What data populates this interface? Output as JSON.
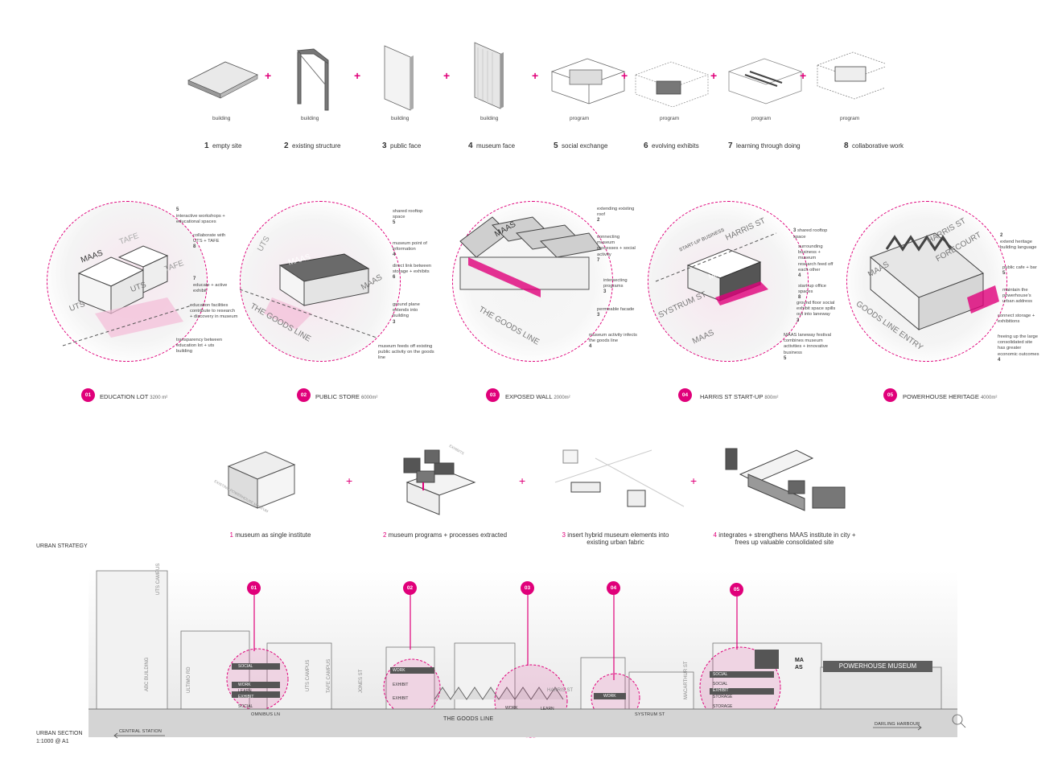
{
  "process_steps": [
    {
      "category": "building",
      "num": "1",
      "label": "empty site",
      "icon": "slab-icon"
    },
    {
      "category": "building",
      "num": "2",
      "label": "existing structure",
      "icon": "frame-icon"
    },
    {
      "category": "building",
      "num": "3",
      "label": "public face",
      "icon": "panel-icon"
    },
    {
      "category": "building",
      "num": "4",
      "label": "museum face",
      "icon": "panel-icon"
    },
    {
      "category": "program",
      "num": "5",
      "label": "social exchange",
      "icon": "box-icon"
    },
    {
      "category": "program",
      "num": "6",
      "label": "evolving exhibits",
      "icon": "box-icon"
    },
    {
      "category": "program",
      "num": "7",
      "label": "learning through doing",
      "icon": "box-icon"
    },
    {
      "category": "program",
      "num": "8",
      "label": "collaborative work",
      "icon": "box-icon"
    }
  ],
  "plus_sign": "+",
  "sites": [
    {
      "num": "01",
      "name": "EDUCATION LOT",
      "area": "3200 m²",
      "labels": [
        "MAAS",
        "UTS",
        "UTS",
        "TAFE",
        "TAFE",
        "UTS"
      ],
      "annotations": [
        {
          "n": "5",
          "t": "interactive workshops + educational spaces"
        },
        {
          "n": "8",
          "t": "collaborate with UTS + TAFE"
        },
        {
          "n": "7",
          "t": "educate + active exhibit"
        },
        {
          "n": "3",
          "t": "education facilities contribute to research + discovery in museum"
        },
        {
          "n": "1",
          "t": "transparency between education lot + uts building"
        }
      ]
    },
    {
      "num": "02",
      "name": "PUBLIC STORE",
      "area": "6000m²",
      "labels": [
        "MAAS",
        "MAAS",
        "UTS",
        "THE GOODS LINE"
      ],
      "annotations": [
        {
          "n": "5",
          "t": "shared rooftop space"
        },
        {
          "n": "4",
          "t": "museum point of information"
        },
        {
          "n": "6",
          "t": "direct link between storage + exhibits"
        },
        {
          "n": "3",
          "t": "ground plane extends into building"
        },
        {
          "n": "1",
          "t": "museum feeds off existing public activity on the goods line"
        }
      ]
    },
    {
      "num": "03",
      "name": "EXPOSED WALL",
      "area": "2000m²",
      "labels": [
        "MAAS",
        "THE GOODS LINE"
      ],
      "annotations": [
        {
          "n": "2",
          "t": "extending existing roof"
        },
        {
          "n": "7",
          "t": "connecting museum processes + social activity"
        },
        {
          "n": "3",
          "t": "intersecting programs"
        },
        {
          "n": "3",
          "t": "permeable facade"
        },
        {
          "n": "4",
          "t": "museum activity infects the goods line"
        }
      ]
    },
    {
      "num": "04",
      "name": "HARRIS ST START-UP",
      "area": "800m²",
      "labels": [
        "HARRIS ST",
        "START-UP BUSINESS",
        "MAAS",
        "SYSTRUM ST",
        "MAAS"
      ],
      "annotations": [
        {
          "n": "3",
          "t": "shared rooftop space"
        },
        {
          "n": "4",
          "t": "surrounding business + museum research feed off each other"
        },
        {
          "n": "8",
          "t": "start-up office spaces"
        },
        {
          "n": "3",
          "t": "ground floor social exhibit space spills out into laneway"
        },
        {
          "n": "5",
          "t": "MAAS laneway festival combines museum activities + innovative business"
        }
      ]
    },
    {
      "num": "05",
      "name": "POWERHOUSE HERITAGE",
      "area": "4000m²",
      "labels": [
        "HARRIS ST",
        "FORECOURT",
        "MAAS",
        "GOODS LINE ENTRY"
      ],
      "annotations": [
        {
          "n": "2",
          "t": "extend heritage building language"
        },
        {
          "n": "5",
          "t": "public cafe + bar"
        },
        {
          "n": "3",
          "t": "maintain the powerhouse's urban address"
        },
        {
          "n": "6",
          "t": "connect storage + exhibitions"
        },
        {
          "n": "4",
          "t": "freeing up the large consolidated site has greater economic outcomes"
        }
      ]
    }
  ],
  "strategy_steps": [
    {
      "num": "1",
      "text": "museum as single institute",
      "tag": "EXISTING POWERHOUSE MUSEUM"
    },
    {
      "num": "2",
      "text": "museum programs + processes extracted",
      "tag": "EXHIBITS"
    },
    {
      "num": "3",
      "text": "insert hybrid museum elements into existing urban fabric",
      "tag": ""
    },
    {
      "num": "4",
      "text": "integrates + strengthens MAAS institute in city + frees up valuable consolidated site",
      "tag": ""
    }
  ],
  "urban_strategy_title": "URBAN STRATEGY",
  "section": {
    "title": "URBAN SECTION",
    "scale": "1:1000 @ A1",
    "left_dir": "CENTRAL STATION",
    "right_dir": "DARLING HARBOUR",
    "street_labels": [
      "OMNIBUS LN",
      "THE GOODS LINE",
      "SYSTRUM ST"
    ],
    "vertical_labels": [
      "UTS CAMPUS",
      "ABC BUILDING",
      "ULTIMO RD",
      "UTS CAMPUS",
      "TAFE CAMPUS",
      "JONES ST",
      "HARRIS ST",
      "MACARTHUR ST"
    ],
    "markers": [
      "01",
      "02",
      "03",
      "04",
      "05"
    ],
    "building_label": "POWERHOUSE MUSEUM",
    "maas_block": [
      "MA",
      "AS"
    ],
    "programs_01": [
      "SOCIAL",
      "WORK",
      "LEARN",
      "EXHIBIT",
      "SOCIAL"
    ],
    "programs_02": [
      "WORK",
      "EXHIBIT",
      "EXHIBIT"
    ],
    "programs_03": [
      "WORK",
      "LEARN"
    ],
    "programs_04": [
      "WORK"
    ],
    "programs_05": [
      "SOCIAL",
      "SOCIAL",
      "EXHIBIT",
      "STORAGE",
      "STORAGE"
    ]
  },
  "colors": {
    "accent": "#e0007a",
    "ink": "#333333",
    "grey": "#8a8a8a"
  }
}
